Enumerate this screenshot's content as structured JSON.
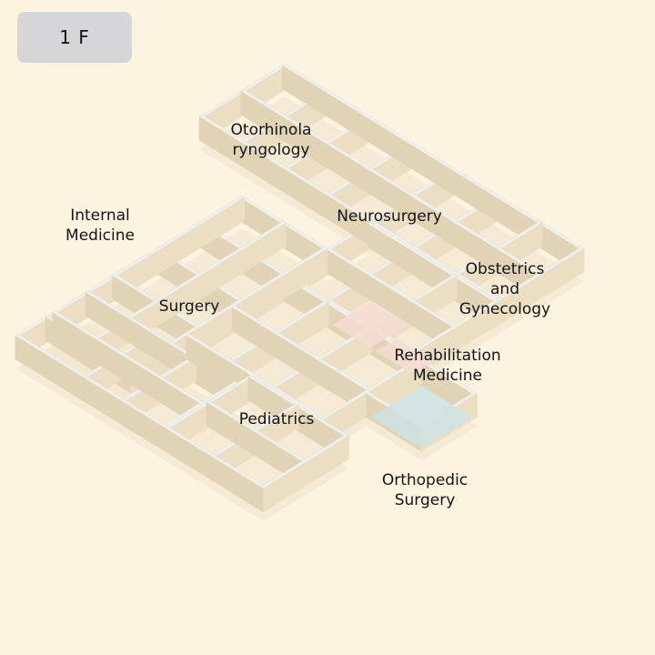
{
  "floor": {
    "label": "1 F"
  },
  "departments": [
    {
      "id": "otorhinolaryngology",
      "name": "Otorhinola\nryngology"
    },
    {
      "id": "internal-medicine",
      "name": "Internal\nMedicine"
    },
    {
      "id": "neurosurgery",
      "name": "Neurosurgery"
    },
    {
      "id": "obstetrics-gynecology",
      "name": "Obstetrics\nand\nGynecology"
    },
    {
      "id": "surgery",
      "name": "Surgery"
    },
    {
      "id": "rehabilitation-medicine",
      "name": "Rehabilitation\nMedicine"
    },
    {
      "id": "pediatrics",
      "name": "Pediatrics"
    },
    {
      "id": "orthopedic-surgery",
      "name": "Orthopedic\nSurgery"
    }
  ],
  "highlights": [
    {
      "id": "pink-room",
      "color": "#f4dcd2"
    },
    {
      "id": "blue-room",
      "color": "#cde3e4"
    }
  ],
  "colors": {
    "background": "#fcf3e0",
    "wall_top": "#f2f0eb",
    "wall_left": "#e0d3b6",
    "wall_right": "#ebdec3",
    "floor": "#fcf3e0"
  }
}
